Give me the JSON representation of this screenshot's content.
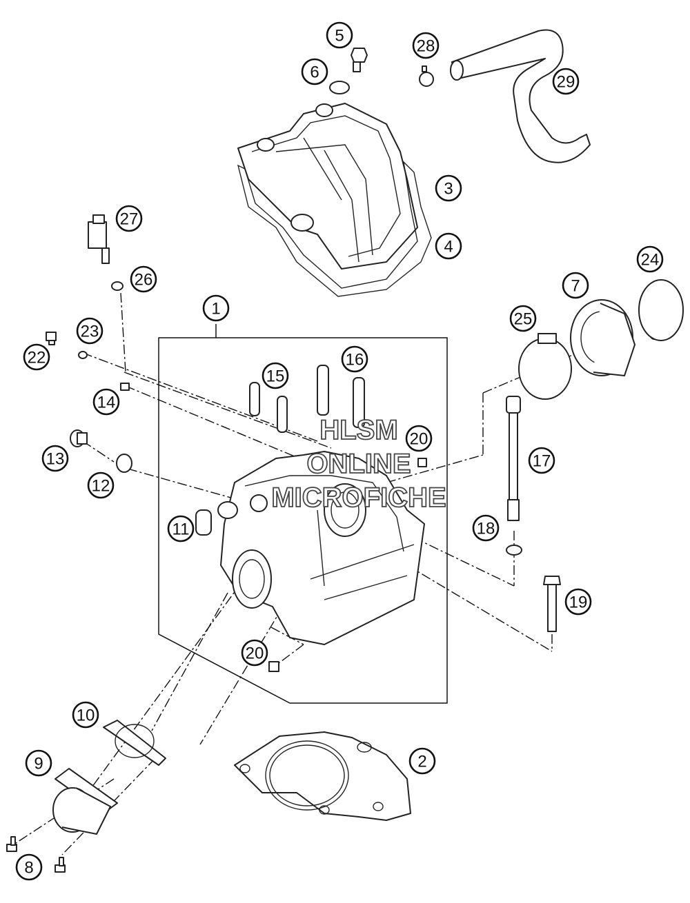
{
  "watermark": {
    "line1": "HLSM",
    "line2": "ONLINE",
    "line3": "MICROFICHE"
  },
  "callouts": [
    {
      "id": "1",
      "label": "1"
    },
    {
      "id": "2",
      "label": "2"
    },
    {
      "id": "3",
      "label": "3"
    },
    {
      "id": "4",
      "label": "4"
    },
    {
      "id": "5",
      "label": "5"
    },
    {
      "id": "6",
      "label": "6"
    },
    {
      "id": "7",
      "label": "7"
    },
    {
      "id": "8",
      "label": "8"
    },
    {
      "id": "9",
      "label": "9"
    },
    {
      "id": "10",
      "label": "10"
    },
    {
      "id": "11",
      "label": "11"
    },
    {
      "id": "12",
      "label": "12"
    },
    {
      "id": "13",
      "label": "13"
    },
    {
      "id": "14",
      "label": "14"
    },
    {
      "id": "15",
      "label": "15"
    },
    {
      "id": "16",
      "label": "16"
    },
    {
      "id": "17",
      "label": "17"
    },
    {
      "id": "18",
      "label": "18"
    },
    {
      "id": "19",
      "label": "19"
    },
    {
      "id": "20a",
      "label": "20"
    },
    {
      "id": "20b",
      "label": "20"
    },
    {
      "id": "22",
      "label": "22"
    },
    {
      "id": "23",
      "label": "23"
    },
    {
      "id": "24",
      "label": "24"
    },
    {
      "id": "25",
      "label": "25"
    },
    {
      "id": "26",
      "label": "26"
    },
    {
      "id": "27",
      "label": "27"
    },
    {
      "id": "28",
      "label": "28"
    },
    {
      "id": "29",
      "label": "29"
    }
  ]
}
